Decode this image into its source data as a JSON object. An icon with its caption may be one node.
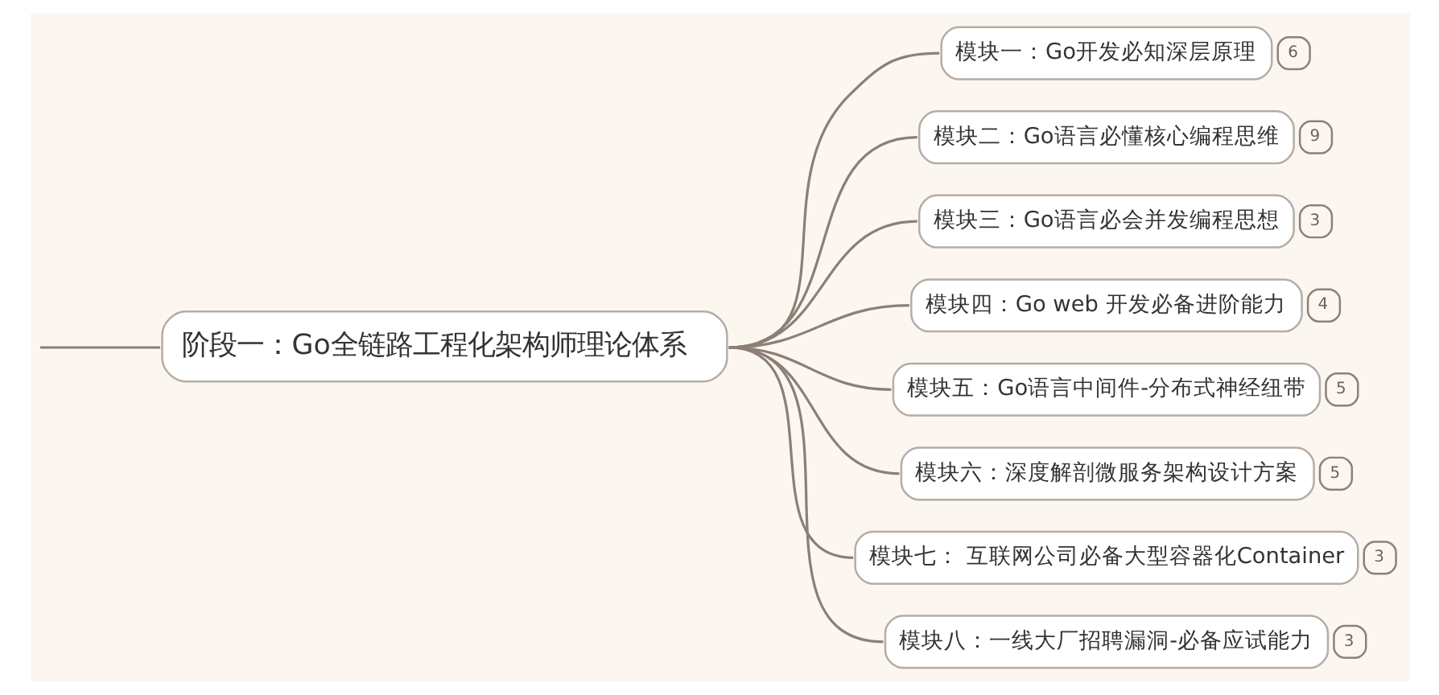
{
  "diagram": {
    "nodes": [
      {
        "text": [
          "阶段一：Go全链路工程化架构师理论体系"
        ]
      },
      {
        "text": [
          "模块一：Go开发必知深层原理"
        ],
        "beside": [
          "6"
        ]
      },
      {
        "text": [
          "模块二：Go语言必懂核心编程思维"
        ],
        "beside": [
          "9"
        ]
      },
      {
        "text": [
          "模块三：Go语言必会并发编程思想"
        ],
        "beside": [
          "3"
        ]
      },
      {
        "text": [
          "模块四：Go web 开发必备进阶能力"
        ],
        "beside": [
          "4"
        ]
      },
      {
        "text": [
          "模块五：Go语言中间件-分布式神经纽带"
        ],
        "beside": [
          "5"
        ]
      },
      {
        "text": [
          "模块六：深度解剖微服务架构设计方案"
        ],
        "beside": [
          "5"
        ]
      },
      {
        "text": [
          "模块七： 互联网公司必备大型容器化Container"
        ],
        "beside": [
          "3"
        ]
      },
      {
        "text": [
          "模块八：一线大厂招聘漏洞-必备应试能力"
        ],
        "beside": [
          "3"
        ]
      }
    ],
    "edges": [
      {
        "from": null,
        "to": 0,
        "arrow": "none"
      },
      {
        "from": 0,
        "to": 1,
        "arrow": "none"
      },
      {
        "from": 0,
        "to": 2,
        "arrow": "none"
      },
      {
        "from": 0,
        "to": 3,
        "arrow": "none"
      },
      {
        "from": 0,
        "to": 4,
        "arrow": "none"
      },
      {
        "from": 0,
        "to": 5,
        "arrow": "none"
      },
      {
        "from": 0,
        "to": 6,
        "arrow": "none"
      },
      {
        "from": 0,
        "to": 7,
        "arrow": "none"
      },
      {
        "from": 0,
        "to": 8,
        "arrow": "none"
      }
    ]
  }
}
